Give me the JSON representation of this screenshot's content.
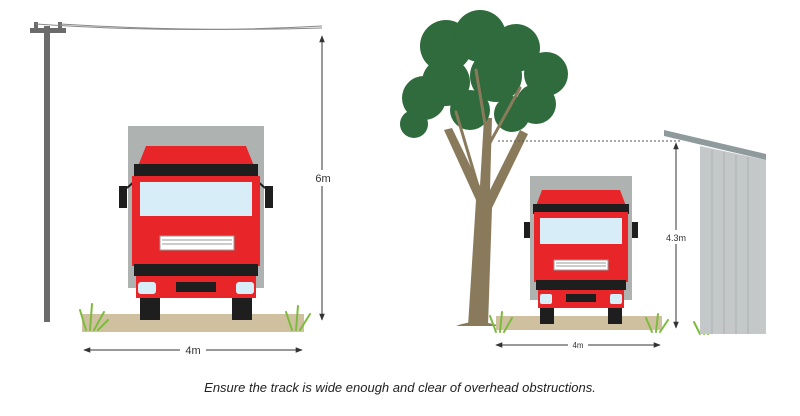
{
  "caption": "Ensure the track is wide enough and clear of overhead obstructions.",
  "left_scene": {
    "height_label": "6m",
    "width_label": "4m"
  },
  "right_scene": {
    "height_label": "4.3m",
    "width_label": "4m"
  },
  "colors": {
    "truck_red": "#e8262a",
    "truck_dark": "#1e1e1e",
    "cargo_box_grey": "#aeb2b1",
    "windscreen": "#d7eef9",
    "ground": "#cfc1a0",
    "pole": "#6b6b6b",
    "tree_trunk": "#8a7a5c",
    "foliage": "#2f6b3c",
    "shed": "#c4c8c9",
    "grass": "#7dbb3e"
  }
}
